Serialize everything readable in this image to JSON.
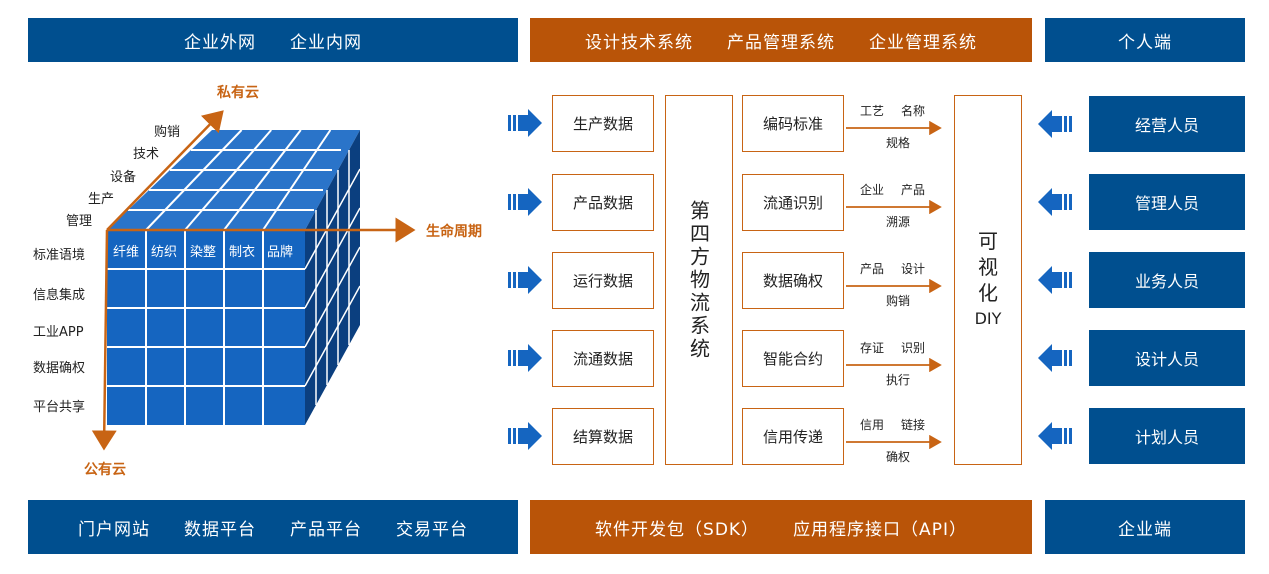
{
  "top_left": [
    "企业外网",
    "企业内网"
  ],
  "top_mid": [
    "设计技术系统",
    "产品管理系统",
    "企业管理系统"
  ],
  "top_right": "个人端",
  "bottom_left": [
    "门户网站",
    "数据平台",
    "产品平台",
    "交易平台"
  ],
  "bottom_mid": [
    "软件开发包（SDK）",
    "应用程序接口（API）"
  ],
  "bottom_right": "企业端",
  "cube": {
    "private_cloud": "私有云",
    "public_cloud": "公有云",
    "lifecycle": "生命周期",
    "depth_labels": [
      "购销",
      "技术",
      "设备",
      "生产",
      "管理"
    ],
    "row_labels": [
      "标准语境",
      "信息集成",
      "工业APP",
      "数据确权",
      "平台共享"
    ],
    "categories": [
      "纤维",
      "纺织",
      "染整",
      "制衣",
      "品牌"
    ]
  },
  "data_boxes": [
    "生产数据",
    "产品数据",
    "运行数据",
    "流通数据",
    "结算数据"
  ],
  "center_system": "第四方物流系统",
  "middle_boxes": [
    {
      "label": "编码标准",
      "a": "工艺",
      "b": "名称",
      "c": "规格"
    },
    {
      "label": "流通识别",
      "a": "企业",
      "b": "产品",
      "c": "溯源"
    },
    {
      "label": "数据确权",
      "a": "产品",
      "b": "设计",
      "c": "购销"
    },
    {
      "label": "智能合约",
      "a": "存证",
      "b": "识别",
      "c": "执行"
    },
    {
      "label": "信用传递",
      "a": "信用",
      "b": "链接",
      "c": "确权"
    }
  ],
  "visual": {
    "line1": "可",
    "line2": "视",
    "line3": "化",
    "line4": "DIY"
  },
  "roles": [
    "经营人员",
    "管理人员",
    "业务人员",
    "设计人员",
    "计划人员"
  ],
  "colors": {
    "blue": "#004f8f",
    "orange": "#b95408",
    "cube": "#1565c0"
  }
}
